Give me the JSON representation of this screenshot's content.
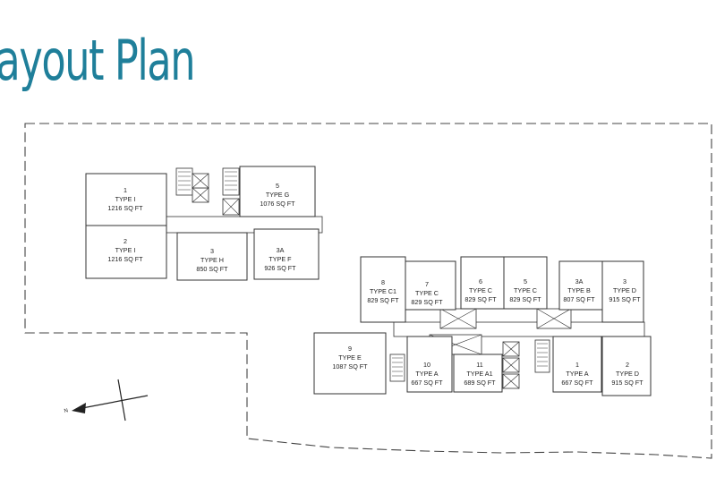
{
  "title": "Layout Plan",
  "north_label": "N",
  "units": [
    {
      "num": "1",
      "type": "TYPE I",
      "area": "1216 SQ FT"
    },
    {
      "num": "2",
      "type": "TYPE I",
      "area": "1216 SQ FT"
    },
    {
      "num": "3",
      "type": "TYPE H",
      "area": "850 SQ FT"
    },
    {
      "num": "3A",
      "type": "TYPE F",
      "area": "926 SQ FT"
    },
    {
      "num": "5",
      "type": "TYPE G",
      "area": "1076 SQ FT"
    },
    {
      "num": "8",
      "type": "TYPE C1",
      "area": "829 SQ FT"
    },
    {
      "num": "7",
      "type": "TYPE C",
      "area": "829 SQ FT"
    },
    {
      "num": "6",
      "type": "TYPE C",
      "area": "829 SQ FT"
    },
    {
      "num": "5",
      "type": "TYPE C",
      "area": "829 SQ FT"
    },
    {
      "num": "3A",
      "type": "TYPE B",
      "area": "807 SQ FT"
    },
    {
      "num": "3",
      "type": "TYPE D",
      "area": "915 SQ FT"
    },
    {
      "num": "9",
      "type": "TYPE E",
      "area": "1087 SQ FT"
    },
    {
      "num": "10",
      "type": "TYPE A",
      "area": "667 SQ FT"
    },
    {
      "num": "11",
      "type": "TYPE A1",
      "area": "689 SQ FT"
    },
    {
      "num": "1",
      "type": "TYPE A",
      "area": "667 SQ FT"
    },
    {
      "num": "2",
      "type": "TYPE D",
      "area": "915 SQ FT"
    }
  ]
}
